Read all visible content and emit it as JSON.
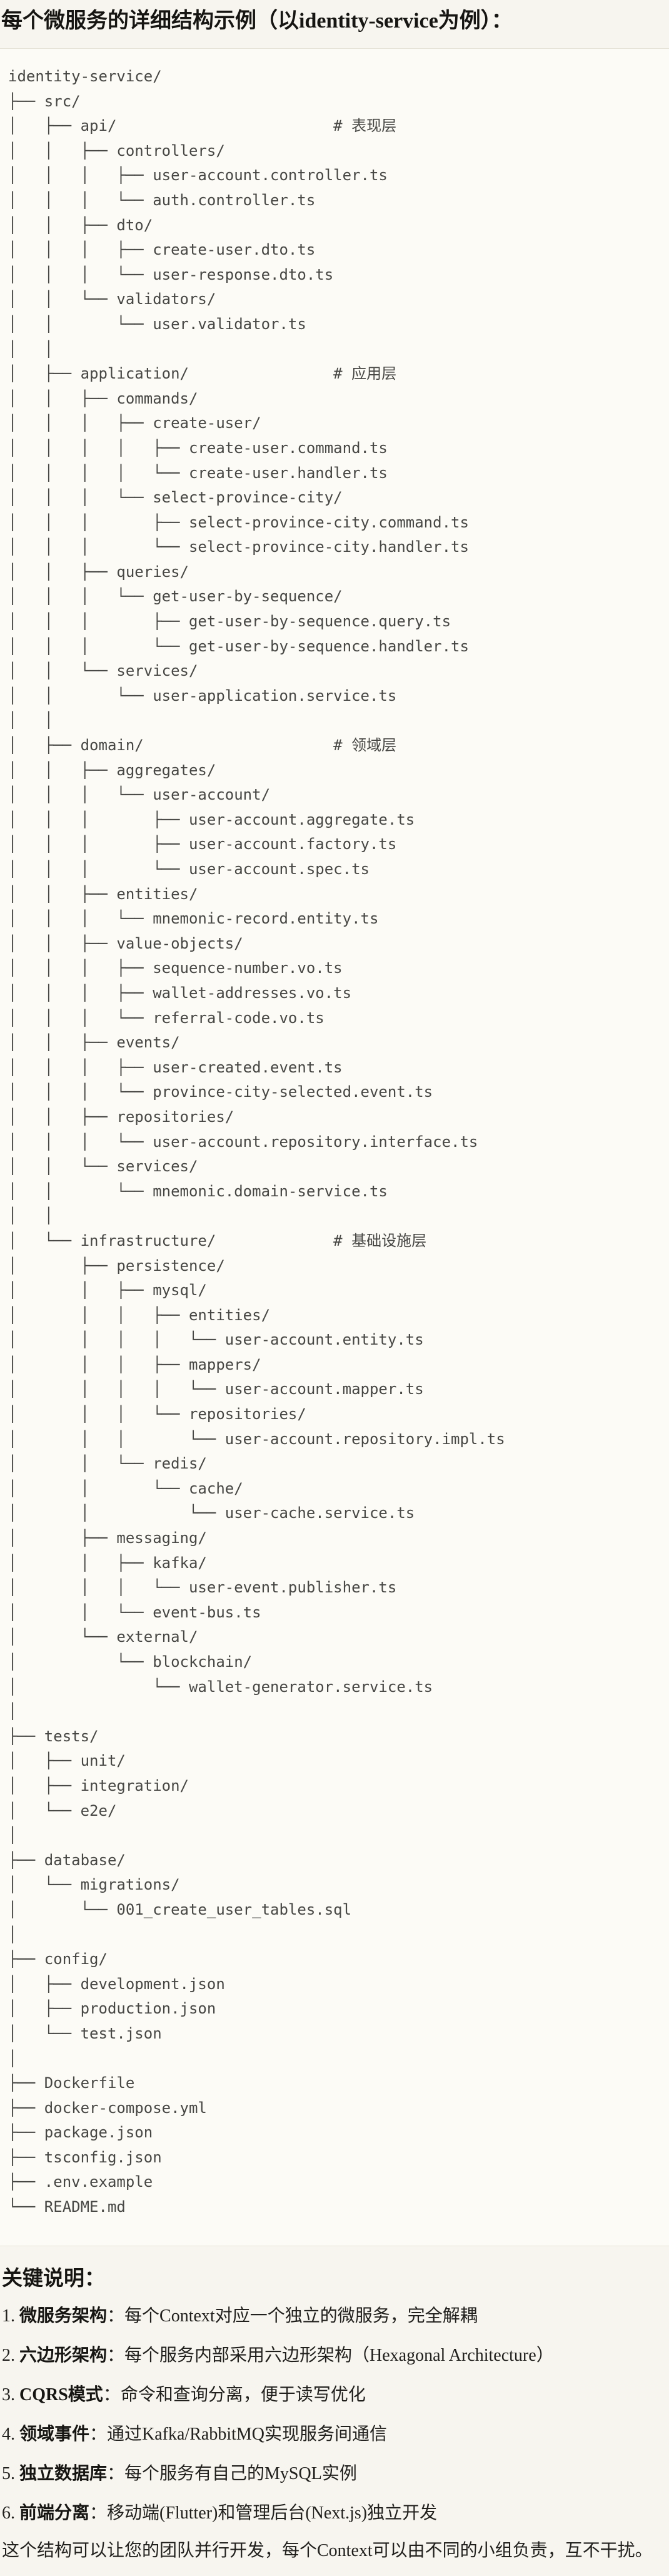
{
  "title": "每个微服务的详细结构示例（以identity-service为例）：",
  "file_tree": {
    "lines": [
      "identity-service/",
      "├── src/",
      "│   ├── api/                        # 表现层",
      "│   │   ├── controllers/",
      "│   │   │   ├── user-account.controller.ts",
      "│   │   │   └── auth.controller.ts",
      "│   │   ├── dto/",
      "│   │   │   ├── create-user.dto.ts",
      "│   │   │   └── user-response.dto.ts",
      "│   │   └── validators/",
      "│   │       └── user.validator.ts",
      "│   │",
      "│   ├── application/                # 应用层",
      "│   │   ├── commands/",
      "│   │   │   ├── create-user/",
      "│   │   │   │   ├── create-user.command.ts",
      "│   │   │   │   └── create-user.handler.ts",
      "│   │   │   └── select-province-city/",
      "│   │   │       ├── select-province-city.command.ts",
      "│   │   │       └── select-province-city.handler.ts",
      "│   │   ├── queries/",
      "│   │   │   └── get-user-by-sequence/",
      "│   │   │       ├── get-user-by-sequence.query.ts",
      "│   │   │       └── get-user-by-sequence.handler.ts",
      "│   │   └── services/",
      "│   │       └── user-application.service.ts",
      "│   │",
      "│   ├── domain/                     # 领域层",
      "│   │   ├── aggregates/",
      "│   │   │   └── user-account/",
      "│   │   │       ├── user-account.aggregate.ts",
      "│   │   │       ├── user-account.factory.ts",
      "│   │   │       └── user-account.spec.ts",
      "│   │   ├── entities/",
      "│   │   │   └── mnemonic-record.entity.ts",
      "│   │   ├── value-objects/",
      "│   │   │   ├── sequence-number.vo.ts",
      "│   │   │   ├── wallet-addresses.vo.ts",
      "│   │   │   └── referral-code.vo.ts",
      "│   │   ├── events/",
      "│   │   │   ├── user-created.event.ts",
      "│   │   │   └── province-city-selected.event.ts",
      "│   │   ├── repositories/",
      "│   │   │   └── user-account.repository.interface.ts",
      "│   │   └── services/",
      "│   │       └── mnemonic.domain-service.ts",
      "│   │",
      "│   └── infrastructure/             # 基础设施层",
      "│       ├── persistence/",
      "│       │   ├── mysql/",
      "│       │   │   ├── entities/",
      "│       │   │   │   └── user-account.entity.ts",
      "│       │   │   ├── mappers/",
      "│       │   │   │   └── user-account.mapper.ts",
      "│       │   │   └── repositories/",
      "│       │   │       └── user-account.repository.impl.ts",
      "│       │   └── redis/",
      "│       │       └── cache/",
      "│       │           └── user-cache.service.ts",
      "│       ├── messaging/",
      "│       │   ├── kafka/",
      "│       │   │   └── user-event.publisher.ts",
      "│       │   └── event-bus.ts",
      "│       └── external/",
      "│           └── blockchain/",
      "│               └── wallet-generator.service.ts",
      "│",
      "├── tests/",
      "│   ├── unit/",
      "│   ├── integration/",
      "│   └── e2e/",
      "│",
      "├── database/",
      "│   └── migrations/",
      "│       └── 001_create_user_tables.sql",
      "│",
      "├── config/",
      "│   ├── development.json",
      "│   ├── production.json",
      "│   └── test.json",
      "│",
      "├── Dockerfile",
      "├── docker-compose.yml",
      "├── package.json",
      "├── tsconfig.json",
      "├── .env.example",
      "└── README.md"
    ]
  },
  "notes": {
    "heading": "关键说明：",
    "items": [
      {
        "number": "1. ",
        "label": "微服务架构",
        "colon": "：",
        "text": "每个Context对应一个独立的微服务，完全解耦"
      },
      {
        "number": "2. ",
        "label": "六边形架构",
        "colon": "：",
        "text": "每个服务内部采用六边形架构（Hexagonal Architecture）"
      },
      {
        "number": "3. ",
        "label": "CQRS模式",
        "colon": "：",
        "text": "命令和查询分离，便于读写优化"
      },
      {
        "number": "4. ",
        "label": "领域事件",
        "colon": "：",
        "text": "通过Kafka/RabbitMQ实现服务间通信"
      },
      {
        "number": "5. ",
        "label": "独立数据库",
        "colon": "：",
        "text": "每个服务有自己的MySQL实例"
      },
      {
        "number": "6. ",
        "label": "前端分离",
        "colon": "：",
        "text": "移动端(Flutter)和管理后台(Next.js)独立开发"
      }
    ],
    "footer": "这个结构可以让您的团队并行开发，每个Context可以由不同的小组负责，互不干扰。"
  },
  "colors": {
    "page_bg": "#f7f5ef",
    "code_bg": "#fcfbf6",
    "code_border": "#e6e3d8",
    "tree_text": "#474744",
    "heading_text": "#161512"
  }
}
